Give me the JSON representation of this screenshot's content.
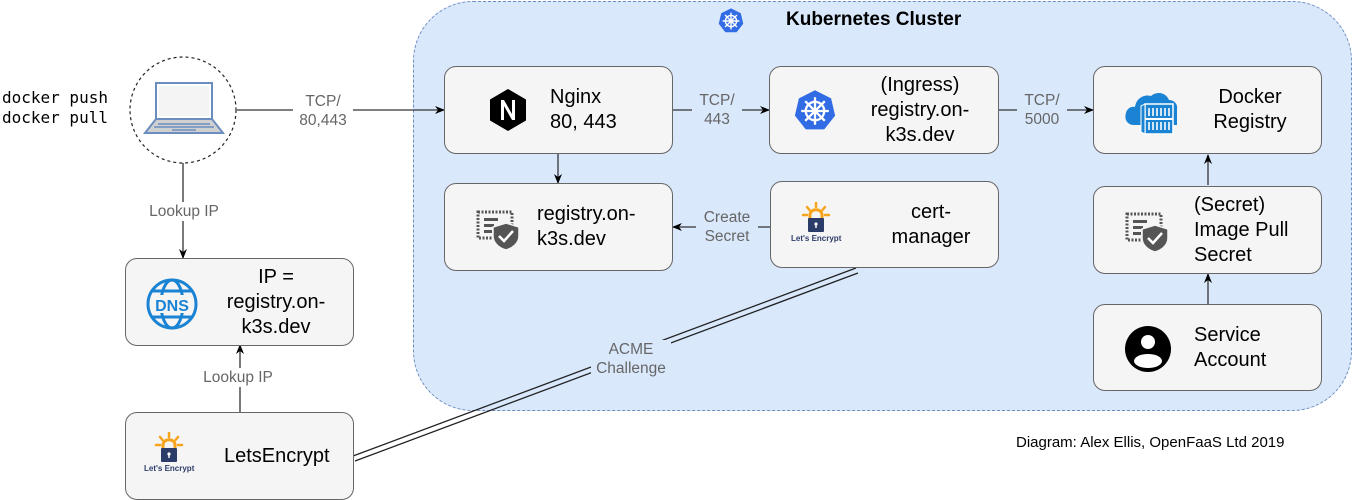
{
  "diagram": {
    "cluster": {
      "title": "Kubernetes Cluster",
      "icon": "kubernetes-icon",
      "fill_color": "#dae8fc",
      "border_color": "#6c8ebf"
    },
    "client": {
      "icon": "laptop-icon",
      "commands": "docker push\ndocker pull"
    },
    "nodes": {
      "nginx": {
        "label": "Nginx\n80, 443",
        "icon": "nginx-icon"
      },
      "ingress": {
        "label": "(Ingress)\nregistry.on-\nk3s.dev",
        "icon": "kubernetes-icon"
      },
      "docker_registry": {
        "label": "Docker\nRegistry",
        "icon": "cloud-container-registry-icon"
      },
      "tls_secret": {
        "label": "registry.on-\nk3s.dev",
        "icon": "certificate-shield-icon"
      },
      "cert_manager": {
        "label": "cert-\nmanager",
        "icon": "lets-encrypt-logo"
      },
      "image_pull_secret": {
        "label": "(Secret)\nImage Pull\nSecret",
        "icon": "certificate-shield-icon"
      },
      "service_account": {
        "label": "Service\nAccount",
        "icon": "user-circle-icon"
      },
      "dns": {
        "label": "IP =\nregistry.on-\nk3s.dev",
        "icon": "dns-globe-icon"
      },
      "letsencrypt": {
        "label": "LetsEncrypt",
        "icon": "lets-encrypt-logo"
      }
    },
    "lets_encrypt_logo_text": "Let's Encrypt",
    "edges": [
      {
        "from": "client",
        "to": "nginx",
        "label": "TCP/\n80,443"
      },
      {
        "from": "nginx",
        "to": "ingress",
        "label": "TCP/\n443"
      },
      {
        "from": "ingress",
        "to": "docker_registry",
        "label": "TCP/\n5000"
      },
      {
        "from": "nginx",
        "to": "tls_secret",
        "label": ""
      },
      {
        "from": "cert_manager",
        "to": "tls_secret",
        "label": "Create\nSecret"
      },
      {
        "from": "image_pull_secret",
        "to": "docker_registry",
        "label": ""
      },
      {
        "from": "service_account",
        "to": "image_pull_secret",
        "label": ""
      },
      {
        "from": "client",
        "to": "dns",
        "label": "Lookup IP"
      },
      {
        "from": "letsencrypt",
        "to": "dns",
        "label": "Lookup IP"
      },
      {
        "from": "letsencrypt",
        "to": "cert_manager",
        "label": "ACME\nChallenge"
      }
    ],
    "footer": "Diagram: Alex Ellis, OpenFaaS Ltd 2019"
  }
}
